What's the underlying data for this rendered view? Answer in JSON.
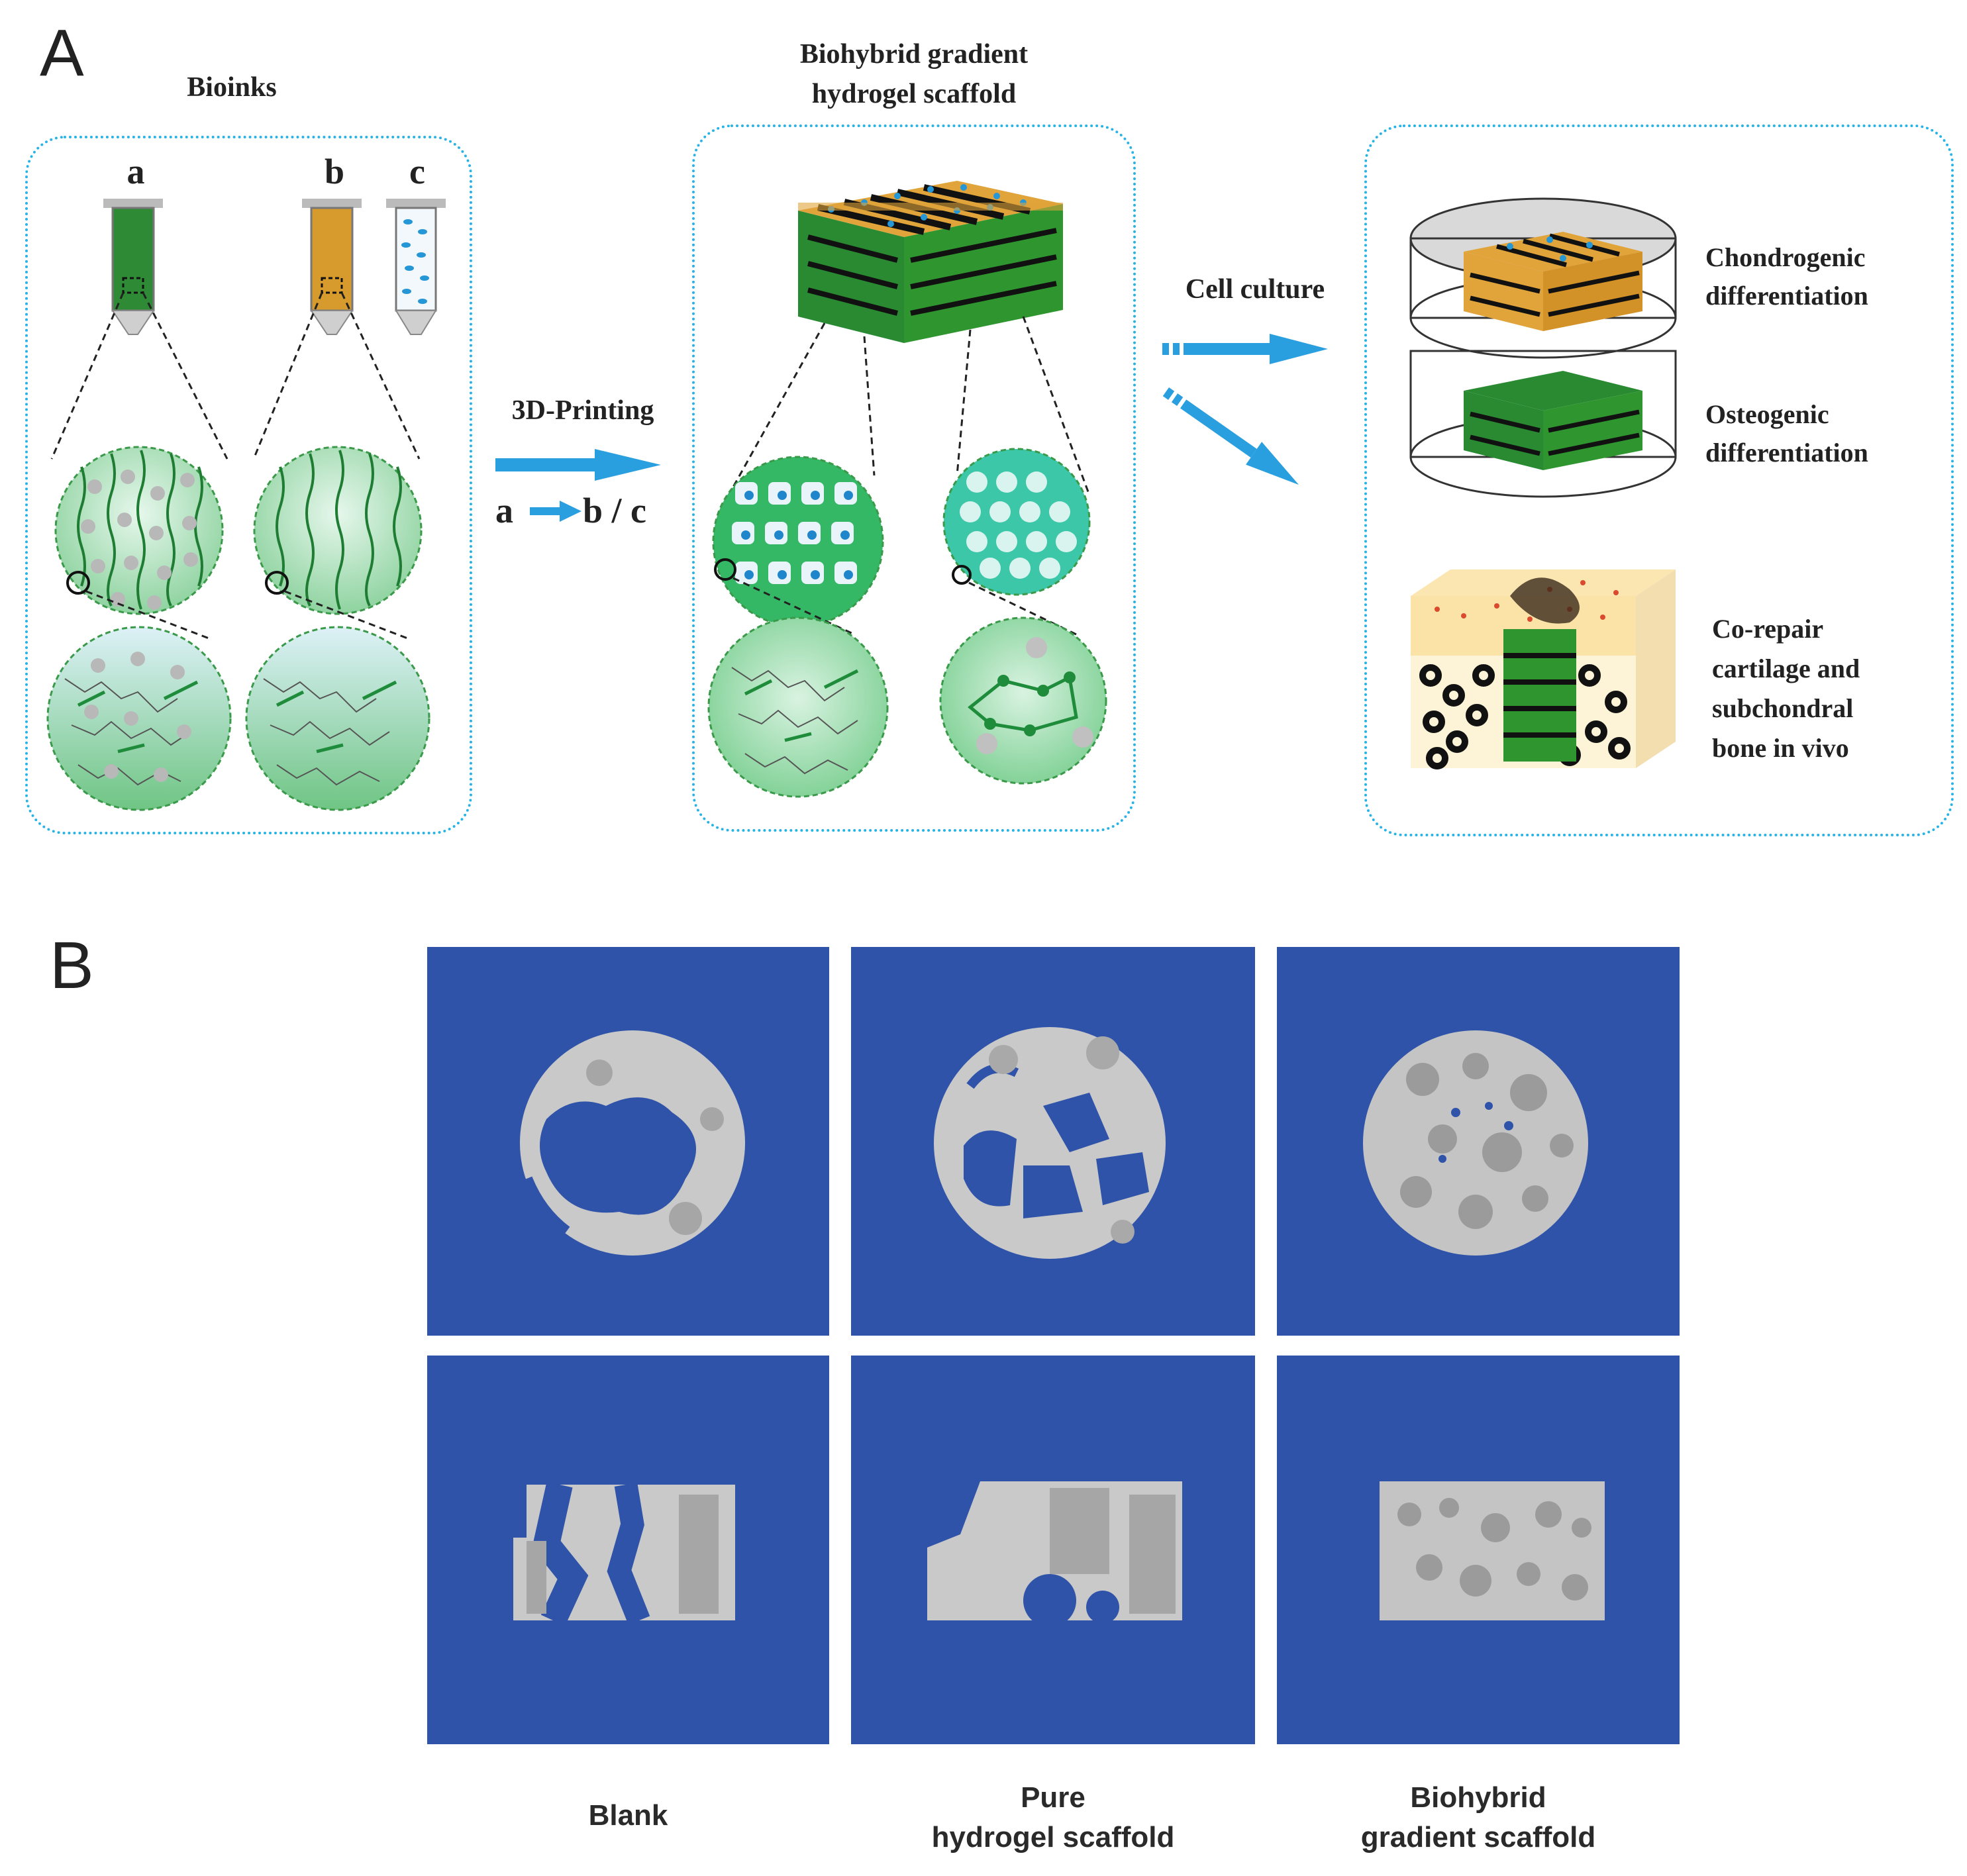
{
  "panels": {
    "a": {
      "letter": "A"
    },
    "b": {
      "letter": "B"
    }
  },
  "schematic": {
    "bioinks_title": "Bioinks",
    "ink_labels": [
      "a",
      "b",
      "c"
    ],
    "scaffold_title_line1": "Biohybrid gradient",
    "scaffold_title_line2": "hydrogel scaffold",
    "printing_label": "3D-Printing",
    "sequence_a": "a",
    "sequence_bc": "b / c",
    "cell_culture_label": "Cell culture",
    "chondro_line1": "Chondrogenic",
    "chondro_line2": "differentiation",
    "osteo_line1": "Osteogenic",
    "osteo_line2": "differentiation",
    "corepair_lines": [
      "Co-repair",
      "cartilage and",
      "subchondral",
      "bone in vivo"
    ]
  },
  "microct": {
    "columns": [
      {
        "lines": [
          "Blank"
        ]
      },
      {
        "lines": [
          "Pure",
          "hydrogel scaffold"
        ]
      },
      {
        "lines": [
          "Biohybrid",
          "gradient scaffold"
        ]
      }
    ],
    "colors": {
      "tile": "#2f53a9",
      "scaffold": "#c9c9c9"
    }
  },
  "colors": {
    "dotted_border": "#27b3e6",
    "arrow": "#2a9fe0",
    "green": "#2e8b2e",
    "orange": "#d99a2b"
  }
}
